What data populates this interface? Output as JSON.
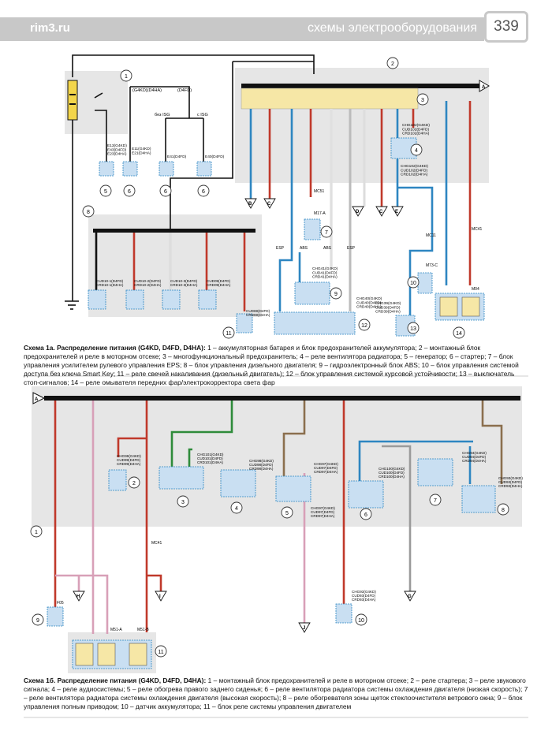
{
  "header": {
    "site": "rim3.ru",
    "section": "схемы электрооборудования",
    "page_number": "339"
  },
  "diagram_a": {
    "top_labels": [
      "(G4KD)(D4HA)",
      "(D4FD)",
      "без ISG",
      "с ISG"
    ],
    "codes": {
      "e13": "E13(G4KD)\nE43(D4FD)\nE23(D4HA)",
      "e11": "E11(G4KD)\nE21(D4HA)",
      "e41": "E41(D4FD)",
      "e40": "E40(D4FD)",
      "chg102a": "CHG102(G4KD)\nCUD102(D4FD)\nCRD102(D4HA)",
      "chg102b": "CHG102(G4KD)\nCUD102(D4FD)\nCRD102(D4HA)",
      "cud10_1": "CUD10-1(D4FD)\nCRD10-1(D4HA)",
      "cud10_2": "CUD10-2(D4FD)\nCRD10-2(D4HA)",
      "cud10_3": "CUD10-3(D4FD)\nCRD10-3(D4HA)",
      "cud09": "CUD09(D4FD)\nCRD09(D4HA)",
      "cud69": "CUD69(D4FD)\nCRD69(D4HA)",
      "chg41": "CHG41(G4KD)\nCUD41(D4FD)\nCRD41(D4HA)",
      "chg40": "CHG40(G4KD)\nCUD40(D4FD)\nCRD40(D4HA)",
      "chg39": "CHG39(G4KD)\nCUD39(D4FD)\nCRD39(D4HA)",
      "mc51": "MC51",
      "m17a": "M17-A",
      "mc11": "MC11",
      "m73c": "M73-C",
      "mc41": "MC41",
      "m04": "M04",
      "esp1": "ESP",
      "abs1": "ABS",
      "abs2": "ABS",
      "esp2": "ESP"
    },
    "connectors": [
      "B",
      "C",
      "D",
      "C",
      "E",
      "A"
    ],
    "numbers": [
      "1",
      "2",
      "3",
      "4",
      "5",
      "6",
      "6",
      "6",
      "7",
      "8",
      "9",
      "10",
      "11",
      "12",
      "13",
      "14"
    ]
  },
  "caption_a": {
    "title": "Схема 1а. Распределение питания (G4KD, D4FD, D4HA):",
    "text": " 1 – аккумуляторная батарея и блок предохранителей аккумулятора; 2 – монтажный блок предохранителей и реле в моторном отсеке; 3 – многофункциональный предохранитель; 4 – реле вентилятора радиатора; 5 – генератор; 6 – стартер; 7 – блок управления усилителем рулевого управления EPS; 8 – блок управления дизельного двигателя; 9 – гидроэлектронный блок ABS; 10 – блок управления системой доступа без ключа Smart Key; 11 – реле свечей накаливания (дизельный двигатель); 12 – блок управления системой курсовой устойчивости; 13 – выключатель стоп-сигналов; 14 – реле омывателя передних фар/электрокорректора света фар"
  },
  "diagram_b": {
    "bus_label": "A",
    "codes": {
      "chg99": "CHG99(G4KD)\nCUD99(D4FD)\nCRD99(D4HA)",
      "chg101": "CHG101(G4KD)\nCUD101(D4FD)\nCRD101(D4HA)",
      "chg98": "CHG98(G4KD)\nCUD98(D4FD)\nCRD98(D4HA)",
      "chg97a": "CHG97(G4KD)\nCUD97(D4FD)\nCRD97(D4HA)",
      "chg97b": "CHG97(G4KD)\nCUD97(D4FD)\nCRD97(D4HA)",
      "chg100": "CHG100(G4KD)\nCUD100(D4FD)\nCRD100(D4HA)",
      "chg94": "CHG94(G4KD)\nCUD94(D4FD)\nCRD94(D4HA)",
      "chg93a": "CHG93(G4KD)\nCUD93(D4FD)\nCRD93(D4HA)",
      "chg93b": "CHG93(G4KD)\nCUD93(D4FD)\nCRD93(D4HA)",
      "f05": "F05",
      "mc41": "MC41",
      "m51a": "M51-A",
      "m51b": "M51-B"
    },
    "connectors": [
      "H",
      "I",
      "J",
      "G"
    ],
    "numbers": [
      "1",
      "2",
      "3",
      "4",
      "5",
      "6",
      "7",
      "8",
      "9",
      "10",
      "11"
    ]
  },
  "caption_b": {
    "title": "Схема 1б. Распределение питания (G4KD, D4FD, D4HA):",
    "text": " 1 – монтажный блок предохранителей и реле в моторном отсеке; 2 – реле стартера; 3 – реле звукового сигнала; 4 – реле аудиосистемы; 5 – реле обогрева правого заднего сиденья; 6 – реле вентилятора радиатора системы охлаждения двигателя (низкая скорость); 7 – реле вентилятора радиатора системы охлаждения двигателя (высокая скорость); 8 – реле обогревателя зоны щеток стеклоочистителя ветрового окна; 9 – блок управления полным приводом; 10 – датчик аккумулятора; 11 – блок реле системы управления двигателем"
  },
  "colors": {
    "red": "#c0392b",
    "blue": "#2e86c1",
    "green": "#2e8b3a",
    "pink": "#d8a0b8",
    "gray": "#9a9a9a",
    "brown": "#8b6f4e",
    "box_fill": "#c9dff2",
    "panel": "#e6e6e6"
  }
}
